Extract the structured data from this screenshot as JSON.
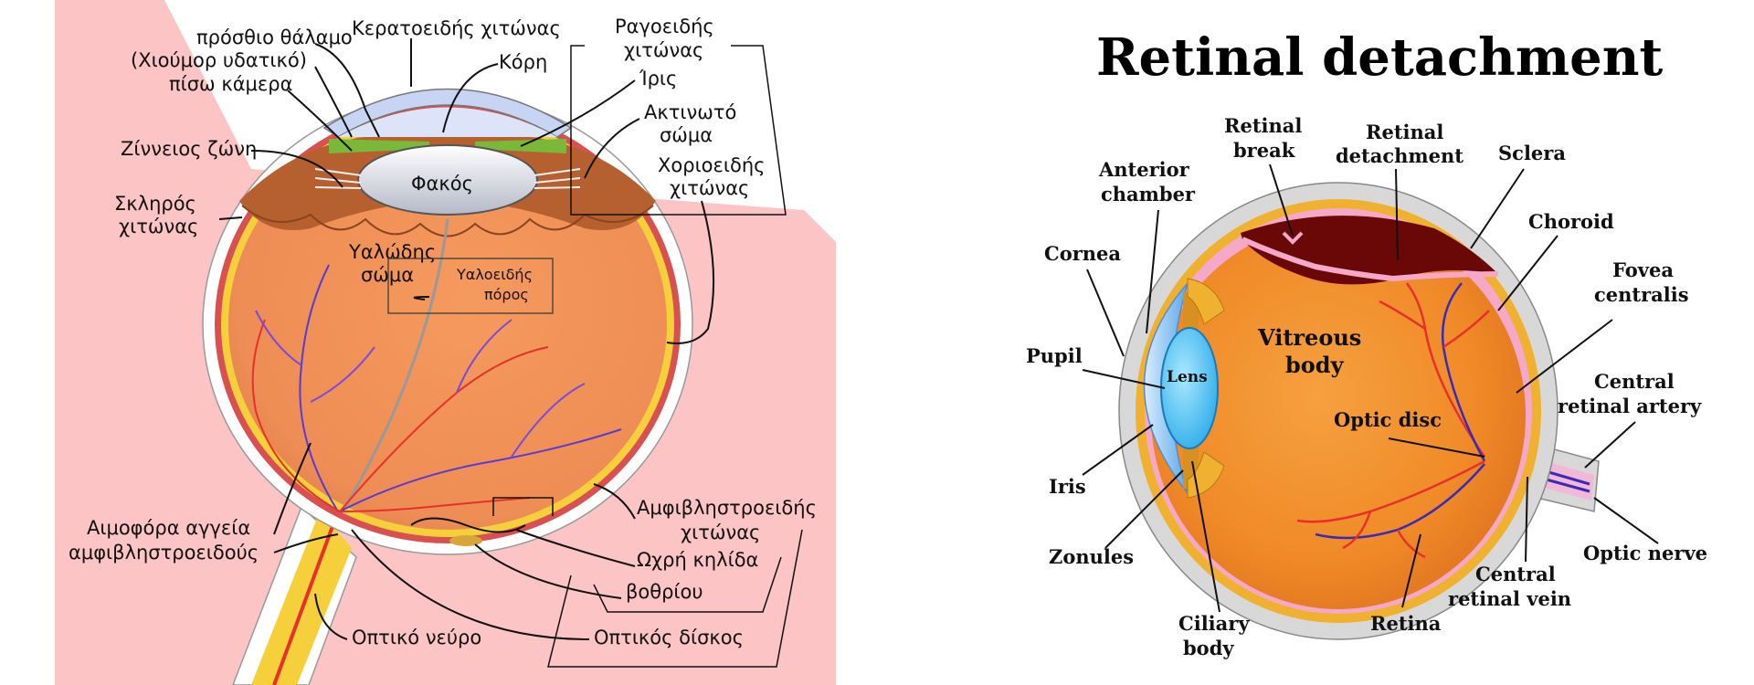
{
  "left": {
    "labels": {
      "anterior_chamber": "πρόσθιο θάλαμο",
      "aqueous_humor": "(Χιούμορ υδατικό)",
      "posterior_chamber": "πίσω κάμερα",
      "cornea": "Κερατοειδής χιτώνας",
      "pupil": "Κόρη",
      "uvea_1": "Ραγοειδής",
      "uvea_2": "χιτώνας",
      "iris": "Ίρις",
      "ciliary_1": "Ακτινωτό",
      "ciliary_2": "σώμα",
      "choroid_1": "Χοριοειδής",
      "choroid_2": "χιτώνας",
      "zonule": "Ζίννειος ζώνη",
      "lens": "Φακός",
      "sclera_1": "Σκληρός",
      "sclera_2": "χιτώνας",
      "vitreous_1": "Υαλώδης",
      "vitreous_2": "σώμα",
      "hyaloid_1": "Υαλοειδής",
      "hyaloid_2": "πόρος",
      "retina_1": "Αμφιβληστροειδής",
      "retina_2": "χιτώνας",
      "macula": "Ωχρή κηλίδα",
      "fovea": "βοθρίου",
      "vessels_1": "Αιμοφόρα αγγεία",
      "vessels_2": "αμφιβληστροειδούς",
      "optic_nerve": "Οπτικό νεύρο",
      "optic_disc": "Οπτικός δίσκος"
    }
  },
  "right": {
    "title": "Retinal detachment",
    "labels": {
      "retinal_break_1": "Retinal",
      "retinal_break_2": "break",
      "retinal_detachment_1": "Retinal",
      "retinal_detachment_2": "detachment",
      "sclera": "Sclera",
      "anterior_chamber_1": "Anterior",
      "anterior_chamber_2": "chamber",
      "choroid": "Choroid",
      "cornea": "Cornea",
      "fovea_1": "Fovea",
      "fovea_2": "centralis",
      "pupil": "Pupil",
      "lens": "Lens",
      "vitreous_1": "Vitreous",
      "vitreous_2": "body",
      "central_artery_1": "Central",
      "central_artery_2": "retinal artery",
      "optic_disc": "Optic disc",
      "iris": "Iris",
      "optic_nerve": "Optic nerve",
      "zonules": "Zonules",
      "central_vein_1": "Central",
      "central_vein_2": "retinal vein",
      "ciliary_1": "Ciliary",
      "ciliary_2": "body",
      "retina": "Retina"
    }
  },
  "colors": {
    "background_pink": "#fcc4c4",
    "vitreous_orange": "#f0955a",
    "retina_yellow": "#f5d03a",
    "artery_red": "#e8302a",
    "vein_blue": "#5a3ad0",
    "cornea_blue": "#9ab6ec",
    "iris_green": "#7ab83a"
  }
}
